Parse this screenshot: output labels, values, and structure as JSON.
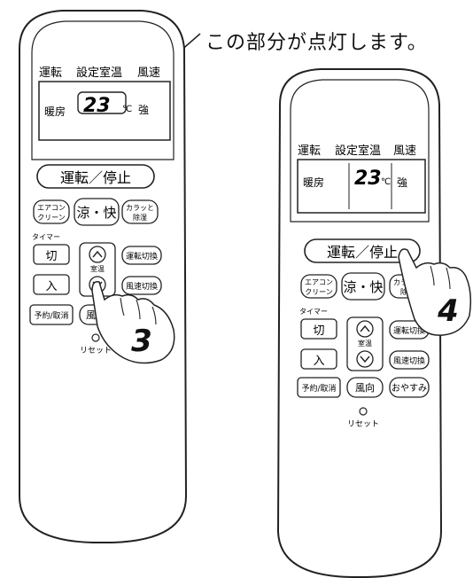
{
  "callout": {
    "text": "この部分が点灯します。"
  },
  "remote_left": {
    "display": {
      "header": [
        "運転",
        "設定室温",
        "風速"
      ],
      "mode": "暖房",
      "temperature": "23",
      "unit": "℃",
      "fan_speed": "強"
    },
    "buttons": {
      "run_stop": "運転／停止",
      "air_clean_line1": "エアコン",
      "air_clean_line2": "クリーン",
      "cool_comfort": "涼・快",
      "dry_line1": "カラッと",
      "dry_line2": "除湿",
      "timer_label": "タイマー",
      "off": "切",
      "on": "入",
      "reserve_cancel": "予約/取消",
      "room_temp": "室温",
      "mode_switch": "運転切換",
      "fan_speed_switch": "風速切換",
      "wind_direction": "風向"
    },
    "reset_label": "リセット",
    "step_number": "3"
  },
  "remote_right": {
    "display": {
      "header": [
        "運転",
        "設定室温",
        "風速"
      ],
      "mode": "暖房",
      "temperature": "23",
      "unit": "℃",
      "fan_speed": "強"
    },
    "buttons": {
      "run_stop": "運転／停止",
      "air_clean_line1": "エアコン",
      "air_clean_line2": "クリーン",
      "cool_comfort": "涼・快",
      "dry_line1": "カラッと",
      "dry_line2": "除湿",
      "timer_label": "タイマー",
      "off": "切",
      "on": "入",
      "reserve_cancel": "予約/取消",
      "room_temp": "室温",
      "mode_switch": "運転切換",
      "fan_speed_switch": "風速切換",
      "wind_direction": "風向",
      "sleep": "おやすみ"
    },
    "reset_label": "リセット",
    "step_number": "4"
  },
  "colors": {
    "outline": "#222222",
    "background": "#ffffff"
  }
}
